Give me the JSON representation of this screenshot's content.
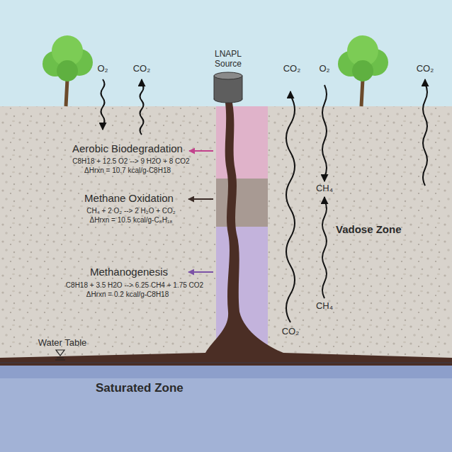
{
  "diagram": {
    "nodes": [
      {
        "text": [
          "LNAPL Source"
        ]
      },
      {
        "text": [
          "Vadose Zone"
        ]
      },
      {
        "text": [
          "Saturated Zone"
        ]
      }
    ],
    "labels": [
      "O₂",
      "CO₂",
      "CO₂",
      "O₂",
      "CO₂",
      "Aerobic Biodegradation",
      "C8H18 + 12.5 O2 --> 9 H2O + 8 CO2",
      "ΔHrxn = 10.7 kcal/g-C8H18",
      "Methane Oxidation",
      "CH₄ + 2 O₂ --> 2 H₂O + CO₂",
      "ΔHrxn = 10.5 kcal/g-C₈H₁₈",
      "CH₄",
      "Methanogenesis",
      "C8H18 + 3.5 H2O --> 6.25 CH4 + 1.75 CO2",
      "ΔHrxn = 0.2 kcal/g-C8H18",
      "CH₄",
      "CO₂",
      "Water Table"
    ]
  }
}
